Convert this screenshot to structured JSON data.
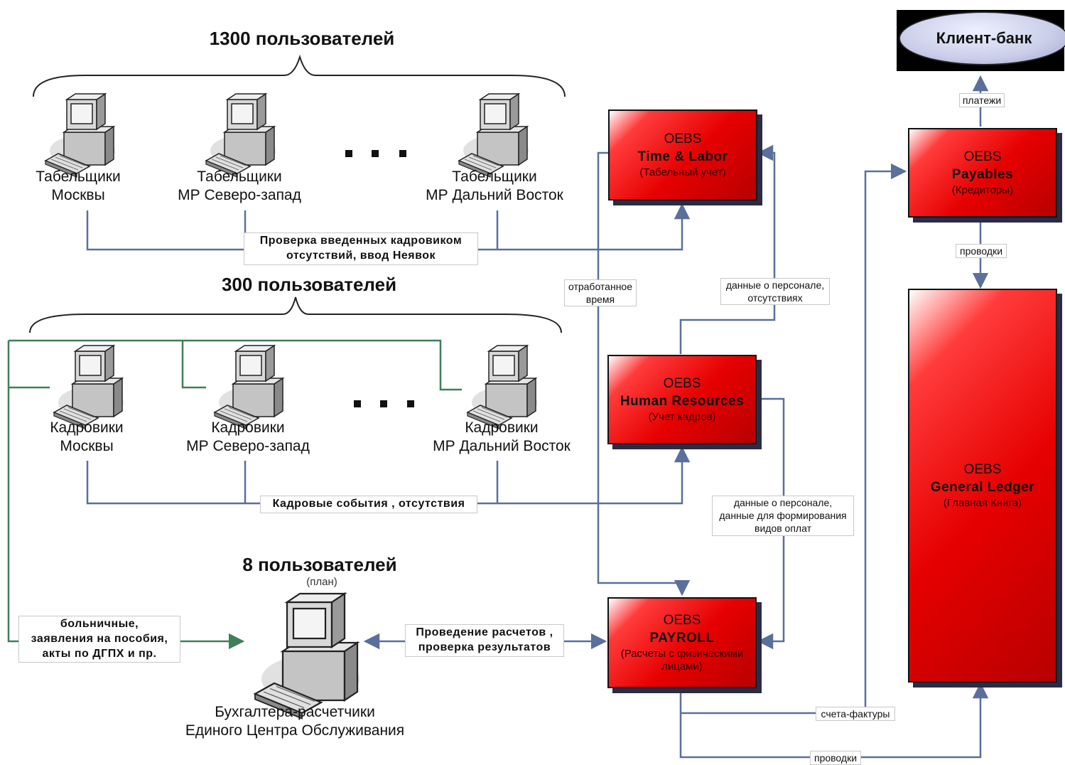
{
  "groups": {
    "g1300": "1300 пользователей",
    "g300": "300 пользователей",
    "g8": "8 пользователей",
    "g8_note": "(план)"
  },
  "users": {
    "tab_moscow": [
      "Табельщики",
      "Москвы"
    ],
    "tab_nw": [
      "Табельщики",
      "МР Северо-запад"
    ],
    "tab_fe": [
      "Табельщики",
      "МР Дальний Восток"
    ],
    "hr_moscow": [
      "Кадровики",
      "Москвы"
    ],
    "hr_nw": [
      "Кадровики",
      "МР Северо-запад"
    ],
    "hr_fe": [
      "Кадровики",
      "МР Дальний Восток"
    ],
    "acc": [
      "Бухгалтера-расчетчики",
      "Единого Центра Обслуживания"
    ]
  },
  "systems": {
    "time_labor": [
      "OEBS",
      "Time & Labor",
      "(Табельный учет)"
    ],
    "hr": [
      "OEBS",
      "Human Resources",
      "(Учет кадров)"
    ],
    "payroll": [
      "OEBS",
      "PAYROLL",
      "(Расчеты с физическими",
      "лицами)"
    ],
    "payables": [
      "OEBS",
      "Payables",
      "(Кредиторы)"
    ],
    "gl": [
      "OEBS",
      "General Ledger",
      "(Главная Книга)"
    ],
    "bank": "Клиент-банк"
  },
  "flows": {
    "check_absences": [
      "Проверка введенных кадровиком",
      "отсутствий, ввод Неявок"
    ],
    "hr_events": "Кадровые события , отсутствия",
    "sick": [
      "больничные,",
      "заявления на пособия,",
      "акты по ДГПХ и пр."
    ],
    "calc": [
      "Проведение расчетов ,",
      "проверка результатов"
    ],
    "worked_time": [
      "отработанное",
      "время"
    ],
    "staff_absences": [
      "данные о персонале,",
      "отсутствиях"
    ],
    "staff_pay": [
      "данные о персонале,",
      "данные для формирования",
      "видов оплат"
    ],
    "payments": "платежи",
    "postings_ap": "проводки",
    "invoices": "счета-фактуры",
    "postings_pay": "проводки"
  },
  "colors": {
    "line_blue": "#5b6f9c",
    "line_green": "#3f7f5a",
    "box_red": "#e60000",
    "shadow": "#2b2b45"
  }
}
